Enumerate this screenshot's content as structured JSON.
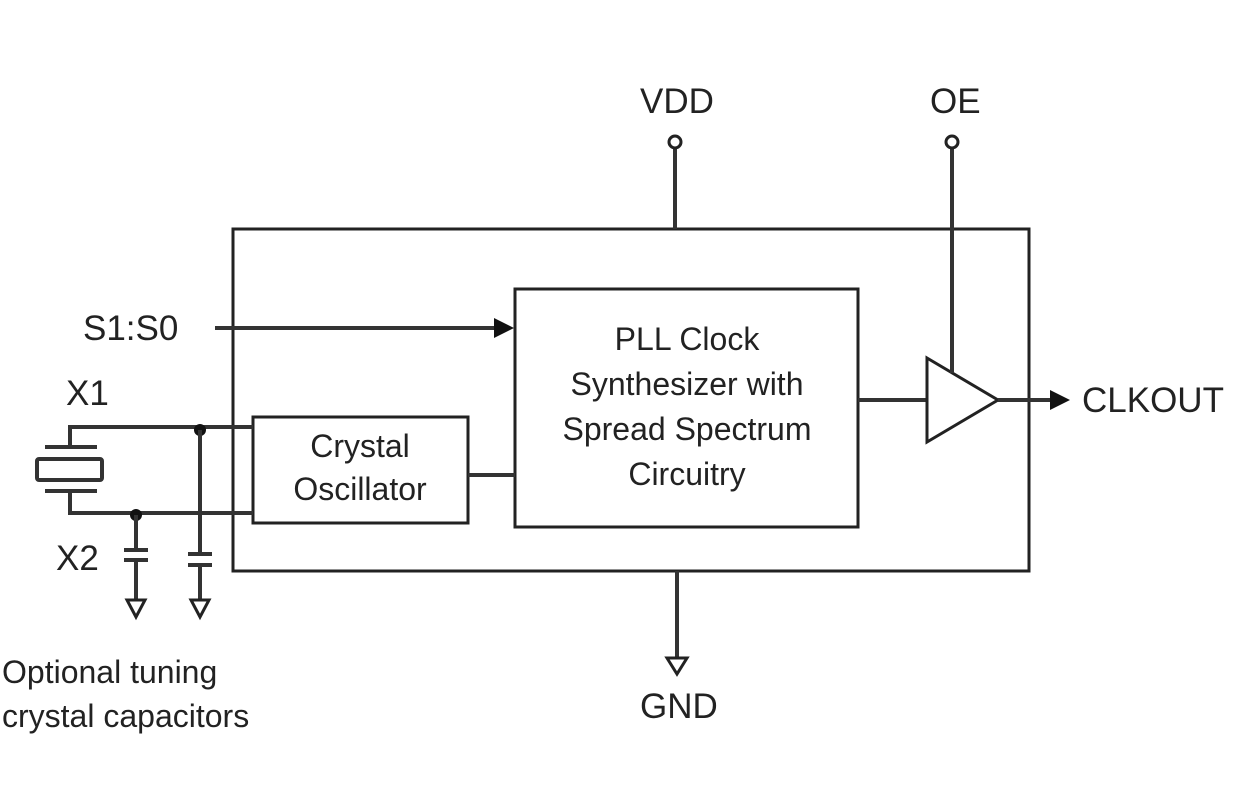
{
  "pins": {
    "vdd": "VDD",
    "oe": "OE",
    "gnd": "GND",
    "select": "S1:S0",
    "clkout": "CLKOUT",
    "x1": "X1",
    "x2": "X2"
  },
  "blocks": {
    "pll": [
      "PLL Clock",
      "Synthesizer with",
      "Spread Spectrum",
      "Circuitry"
    ],
    "oscillator": [
      "Crystal",
      "Oscillator"
    ]
  },
  "note": [
    "Optional tuning",
    "crystal capacitors"
  ]
}
